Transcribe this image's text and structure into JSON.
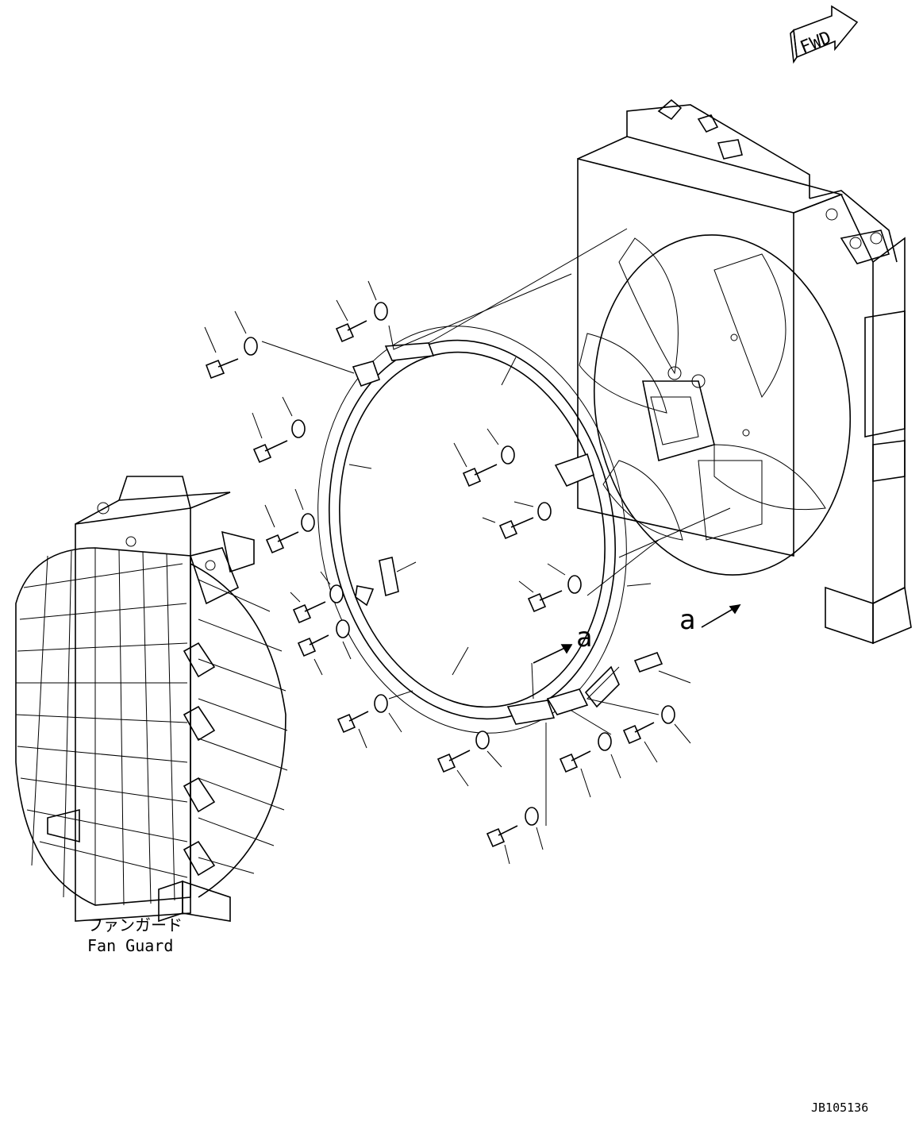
{
  "fwd_label": "FWD",
  "callouts": {
    "view_a_main": "a",
    "view_a_inner": "a"
  },
  "fan_guard": {
    "label_jp": "ファンガード",
    "label_en": "Fan Guard"
  },
  "drawing_number": "JB105136"
}
